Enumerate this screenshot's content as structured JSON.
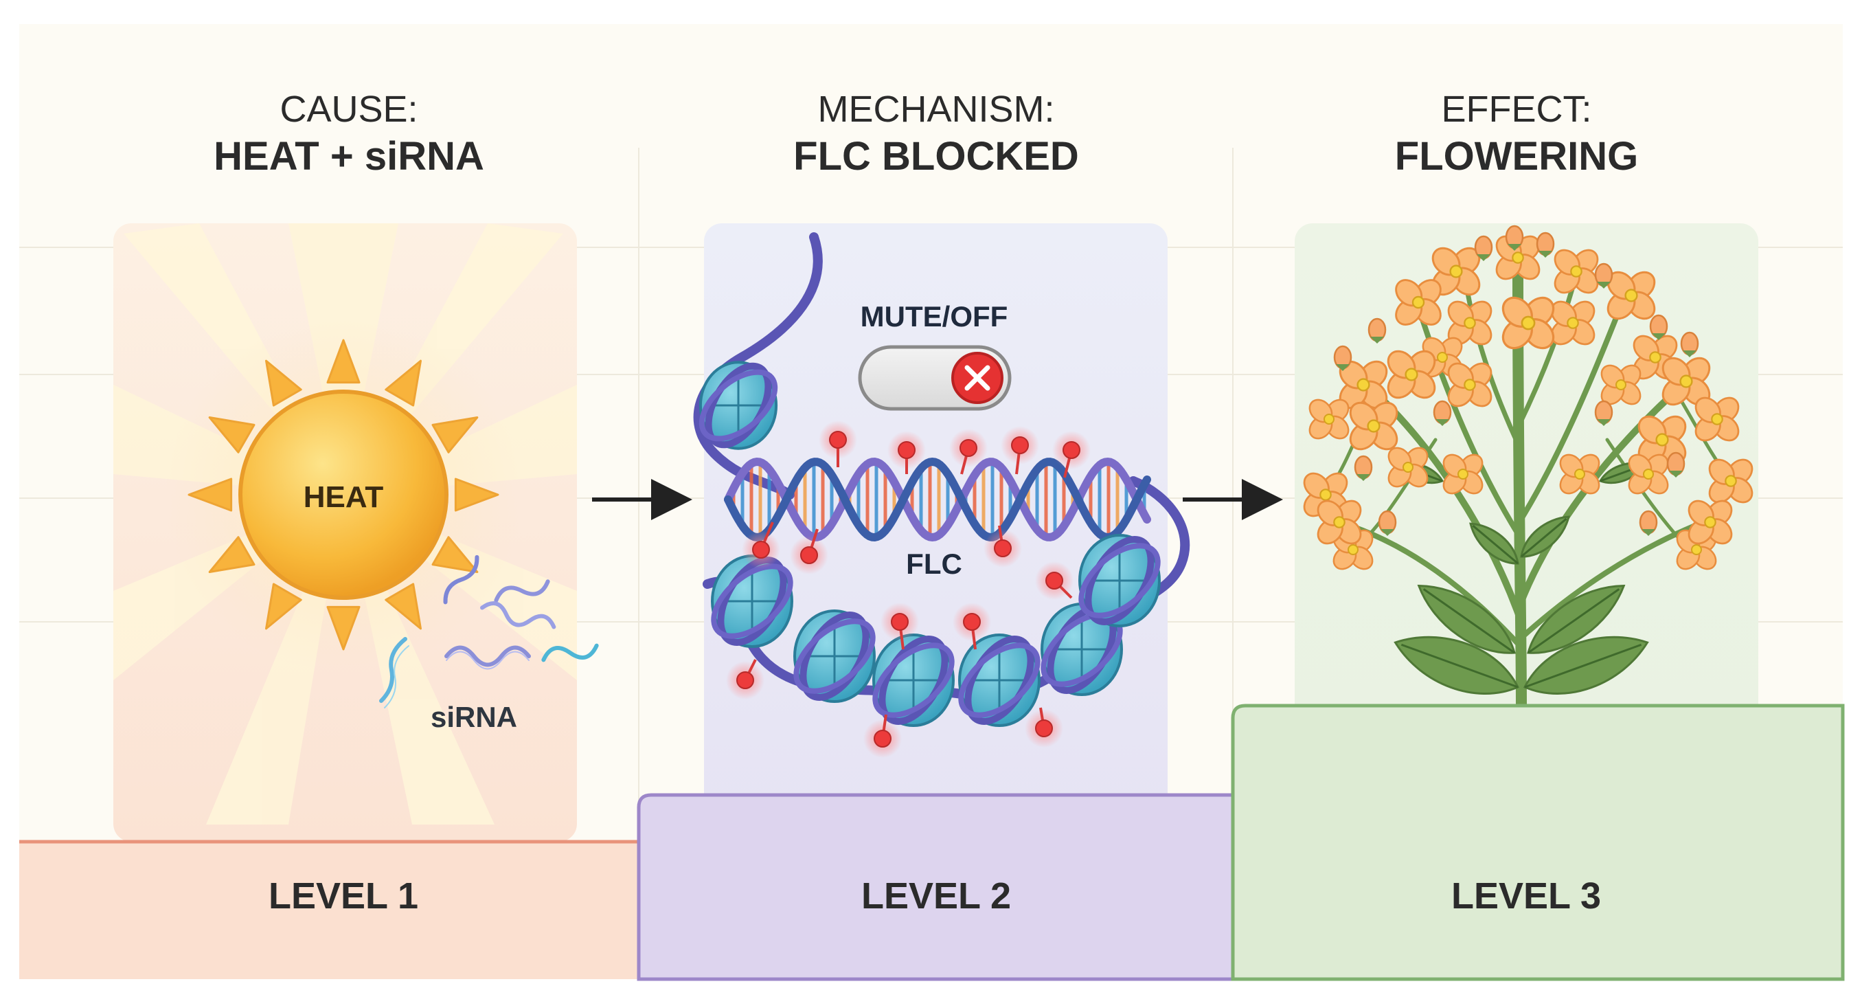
{
  "colors": {
    "background": "#fdfbf4",
    "level1": "#fbe0d0",
    "level1_edge": "#e8937a",
    "level2": "#ddd4ee",
    "level2_edge": "#9d87c9",
    "level3": "#ddebd3",
    "level3_edge": "#7fb170",
    "sun": "#f8b93a",
    "dna_blue": "#3b5ea8",
    "nucleosome": "#5dbdd3",
    "methyl": "#e8393a",
    "petal": "#fbb873",
    "stem": "#6e9a4e"
  },
  "icons": [
    "sun-icon",
    "sirna-icon",
    "dna-helix-icon",
    "nucleosome-icon",
    "toggle-switch-icon",
    "close-icon",
    "flowering-plant-icon",
    "arrow-right-icon"
  ],
  "cause": {
    "prefix": "CAUSE:",
    "title": "HEAT + siRNA",
    "sun_label": "HEAT",
    "sirna_label": "siRNA"
  },
  "mechanism": {
    "prefix": "MECHANISM:",
    "title": "FLC BLOCKED",
    "switch_label": "MUTE/OFF",
    "gene_label": "FLC"
  },
  "effect": {
    "prefix": "EFFECT:",
    "title": "FLOWERING"
  },
  "levels": [
    "LEVEL 1",
    "LEVEL 2",
    "LEVEL 3"
  ]
}
